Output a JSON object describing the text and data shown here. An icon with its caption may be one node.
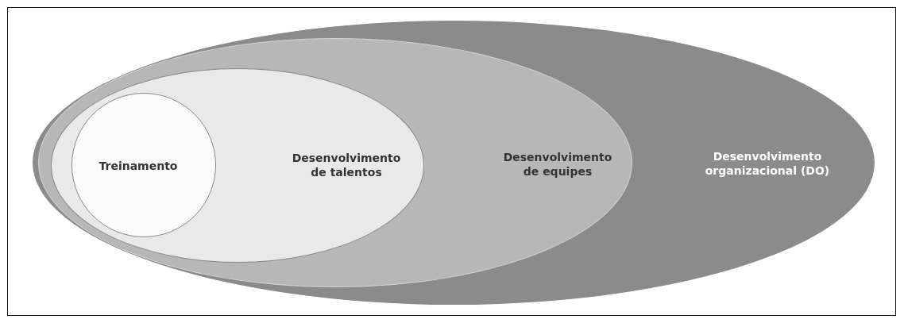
{
  "diagram": {
    "nodes": [
      {
        "text": [
          "Desenvolvimento organizacional (DO)"
        ]
      },
      {
        "text": [
          "Desenvolvimento de equipes"
        ],
        "in": 0
      },
      {
        "text": [
          "Desenvolvimento de talentos"
        ],
        "in": 1
      },
      {
        "text": [
          "Treinamento"
        ],
        "in": 2
      }
    ]
  }
}
